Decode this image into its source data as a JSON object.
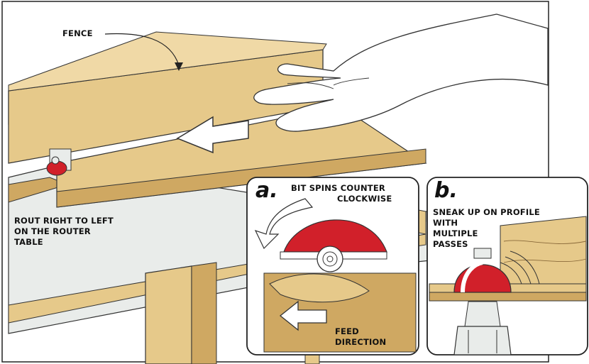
{
  "labels": {
    "fence": "FENCE",
    "main_caption_line1": "ROUT RIGHT TO LEFT",
    "main_caption_line2": "ON THE ROUTER",
    "main_caption_line3": "TABLE"
  },
  "detail_a": {
    "letter": "a.",
    "caption_line1": "BIT SPINS COUNTER",
    "caption_line2": "CLOCKWISE",
    "feed_line1": "FEED",
    "feed_line2": "DIRECTION"
  },
  "detail_b": {
    "letter": "b.",
    "caption_line1": "SNEAK UP ON PROFILE",
    "caption_line2": "WITH",
    "caption_line3": "MULTIPLE",
    "caption_line4": "PASSES"
  },
  "colors": {
    "wood": "#e6c98a",
    "wood_dark": "#cfa862",
    "table_top": "#e9ecea",
    "bit_red": "#d1202a",
    "background": "#ffffff"
  }
}
